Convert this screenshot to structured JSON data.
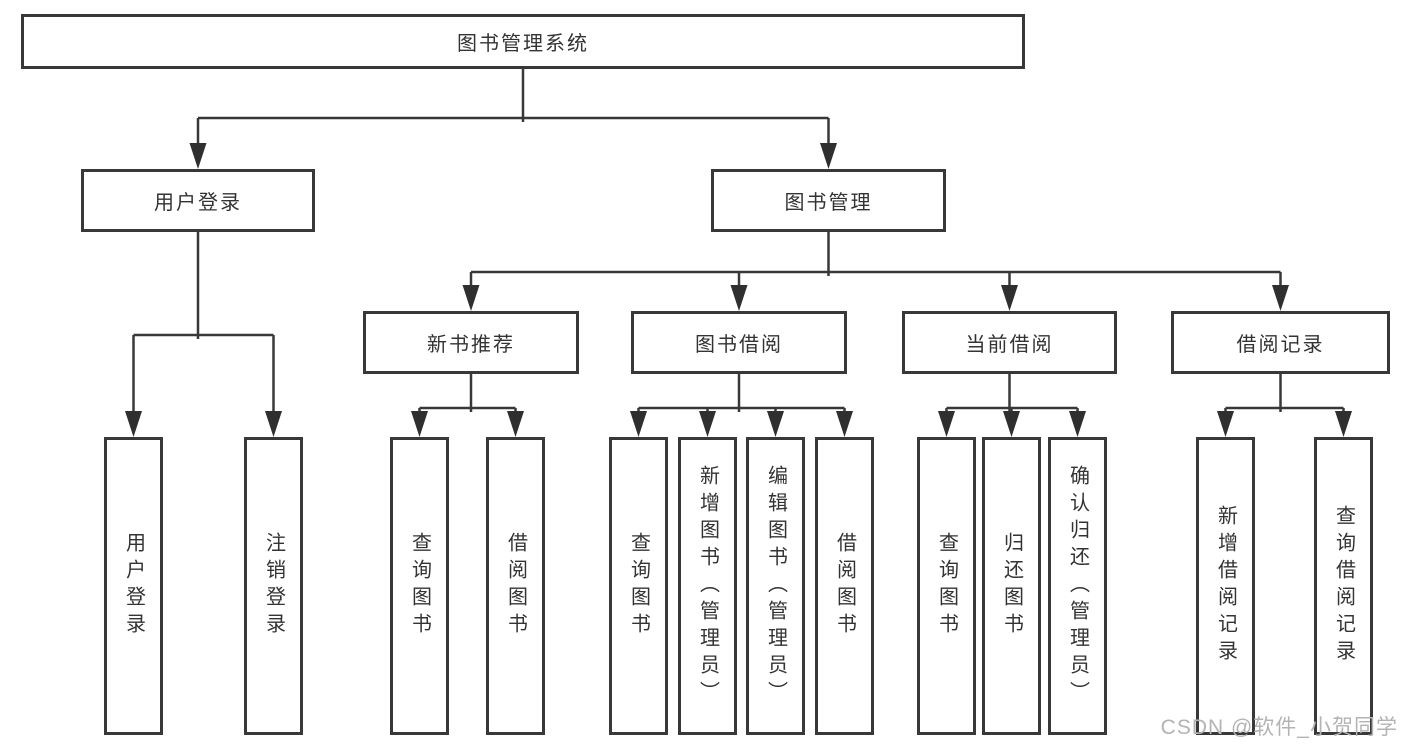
{
  "tree": {
    "label": "图书管理系统",
    "children": [
      {
        "label": "用户登录",
        "children": [
          {
            "label": "用户登录"
          },
          {
            "label": "注销登录"
          }
        ]
      },
      {
        "label": "图书管理",
        "children": [
          {
            "label": "新书推荐",
            "children": [
              {
                "label": "查询图书"
              },
              {
                "label": "借阅图书"
              }
            ]
          },
          {
            "label": "图书借阅",
            "children": [
              {
                "label": "查询图书"
              },
              {
                "label": "新增图书（管理员）"
              },
              {
                "label": "编辑图书（管理员）"
              },
              {
                "label": "借阅图书"
              }
            ]
          },
          {
            "label": "当前借阅",
            "children": [
              {
                "label": "查询图书"
              },
              {
                "label": "归还图书"
              },
              {
                "label": "确认归还（管理员）"
              }
            ]
          },
          {
            "label": "借阅记录",
            "children": [
              {
                "label": "新增借阅记录"
              },
              {
                "label": "查询借阅记录"
              }
            ]
          }
        ]
      }
    ]
  },
  "watermark": {
    "text": "CSDN @软件_小贺同学"
  },
  "colors": {
    "line": "#383838",
    "arrow": "#2f2f2f",
    "text": "#333333",
    "box_background": "#ffffff",
    "watermark": "#b3b3b3"
  }
}
